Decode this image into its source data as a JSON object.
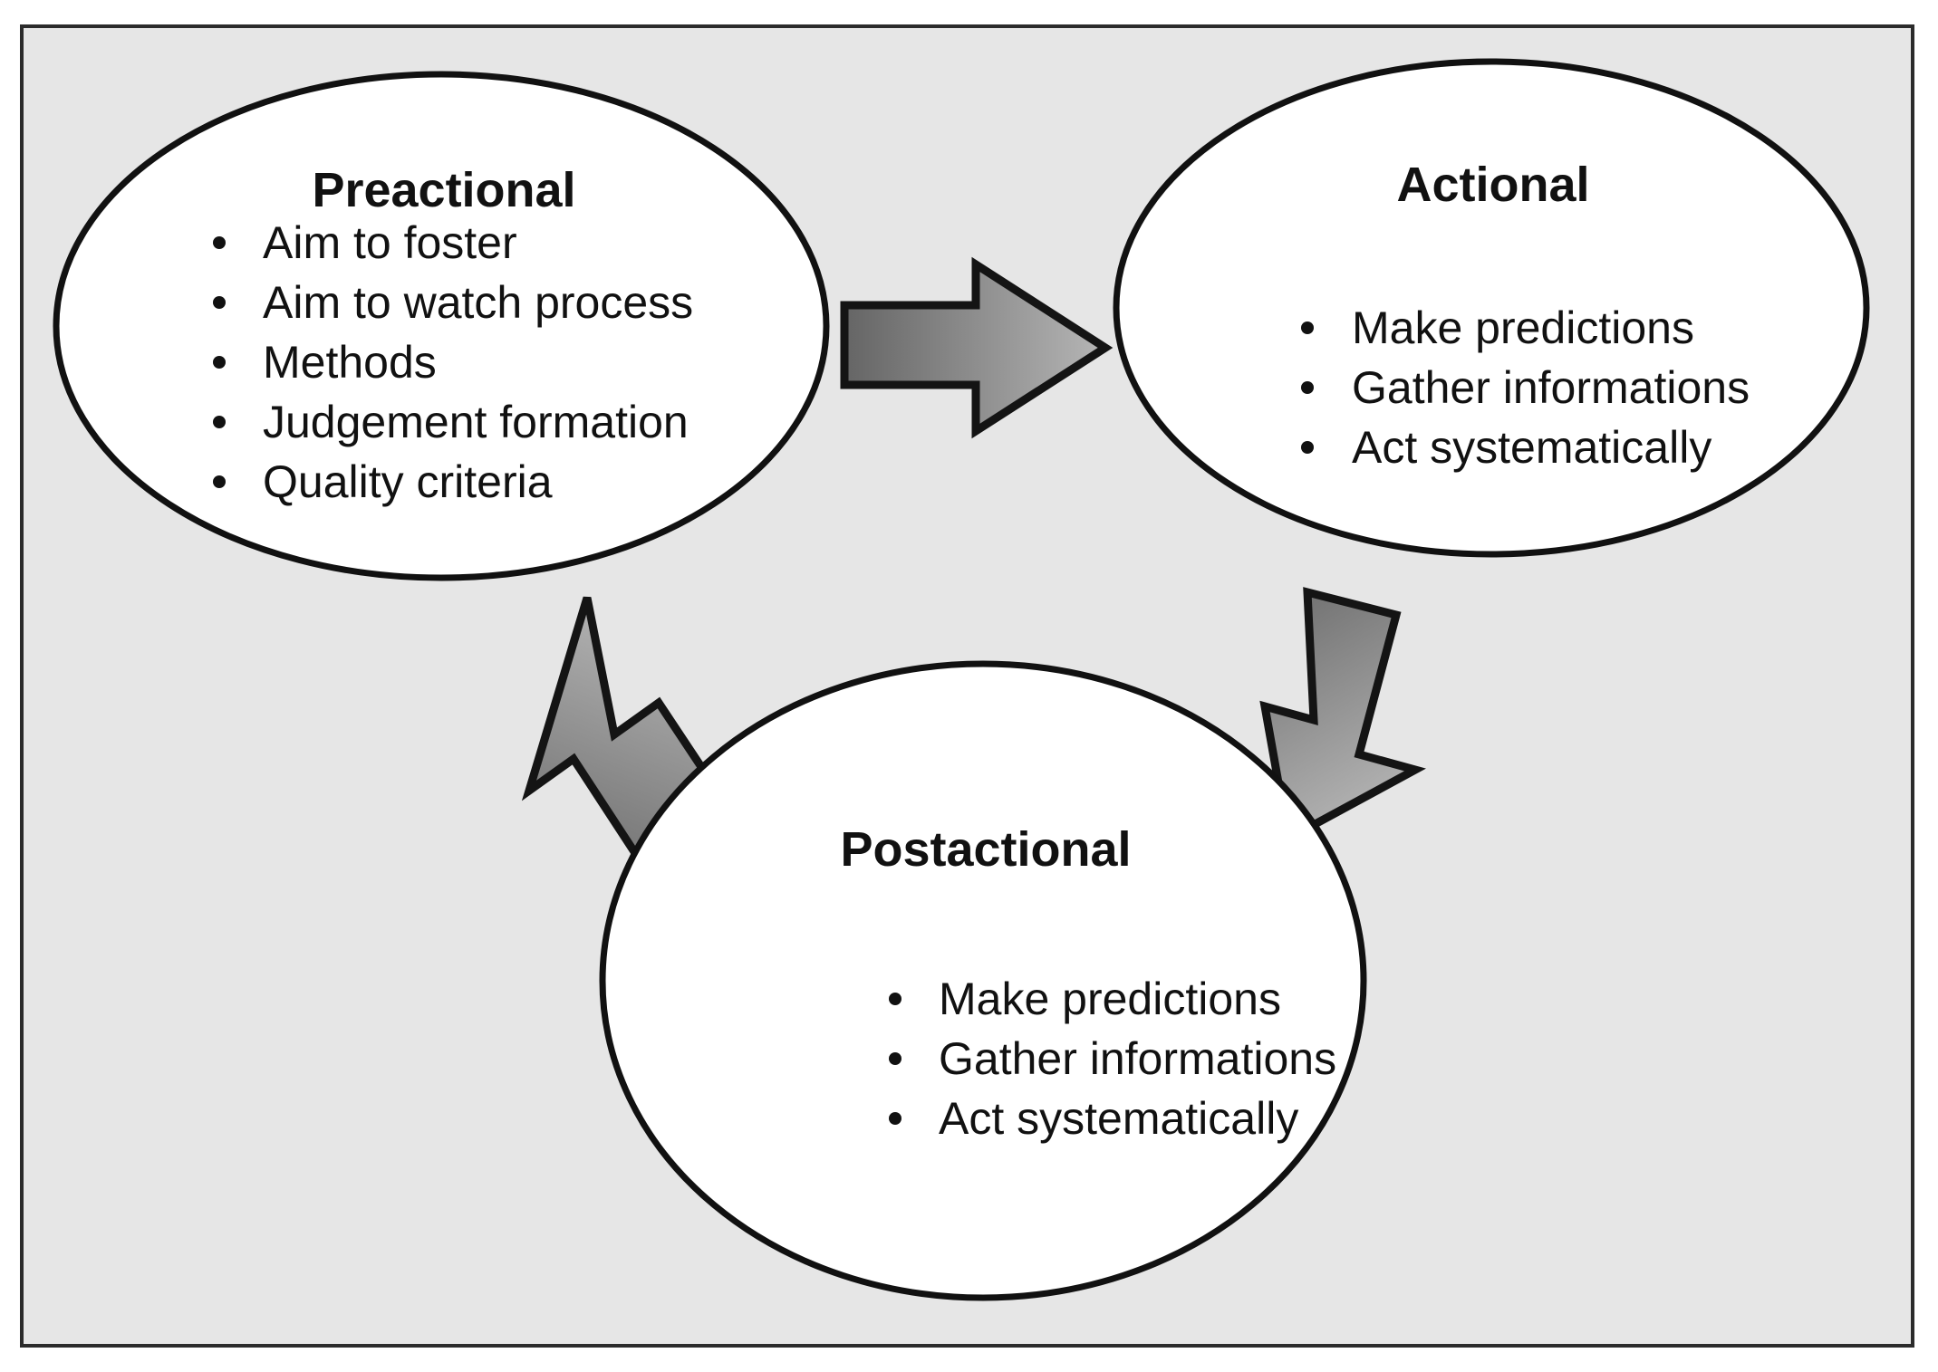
{
  "diagram": {
    "title": "Action cycle diagram",
    "background_color": "#e6e6e6",
    "frame_border_color": "#2b2b2b",
    "node_fill_color": "#ffffff",
    "node_stroke_color": "#111111",
    "arrow_outline_color": "#141414",
    "arrow_gradient_dark": "#6a6a6a",
    "arrow_gradient_light": "#b4b4b4",
    "nodes": [
      {
        "id": "preactional",
        "title": "Preactional",
        "items": [
          "Aim to foster",
          "Aim to watch process",
          "Methods",
          "Judgement formation",
          "Quality criteria"
        ]
      },
      {
        "id": "actional",
        "title": "Actional",
        "items": [
          "Make predictions",
          "Gather informations",
          "Act systematically"
        ]
      },
      {
        "id": "postactional",
        "title": "Postactional",
        "items": [
          "Make predictions",
          "Gather informations",
          "Act systematically"
        ]
      }
    ],
    "arrows": [
      {
        "id": "preactional-to-actional",
        "from": "Preactional",
        "to": "Actional",
        "direction": "right"
      },
      {
        "id": "actional-to-postactional",
        "from": "Actional",
        "to": "Postactional",
        "direction": "down-left"
      },
      {
        "id": "postactional-to-preactional",
        "from": "Postactional",
        "to": "Preactional",
        "direction": "up-left"
      }
    ]
  }
}
